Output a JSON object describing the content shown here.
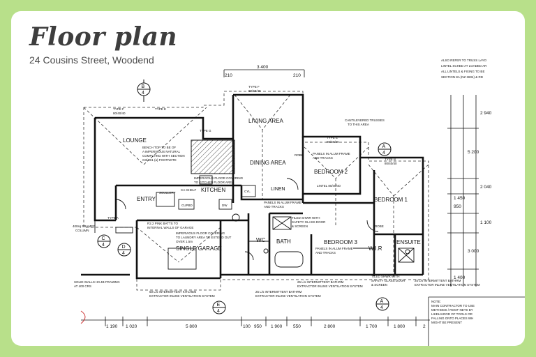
{
  "header": {
    "title": "Floor plan",
    "address": "24 Cousins Street, Woodend"
  },
  "rooms": {
    "lounge": "LOUNGE",
    "living": "LIVING AREA",
    "dining": "DINING AREA",
    "kitchen": "KITCHEN",
    "entry": "ENTRY",
    "bedroom2": "BEDROOM 2",
    "bedroom1": "BEDROOM 1",
    "bedroom3": "BEDROOM 3",
    "bath": "BATH",
    "garage": "SINGLE GARAGE",
    "wir": "W.I.R",
    "ensuite": "ENSUITE",
    "wc": "WC",
    "linen": "LINEN"
  },
  "annotations": {
    "truss_note": [
      "ALSO REFER TO TRUSS LAYO",
      "LINTEL SCHED AT LOADED AR",
      "ALL LINTELS & FIXING TO BE",
      "SECTION 8A (NZ 3604) & RD"
    ],
    "bench_note": [
      "BENCH TOP TO BE OF",
      "A IMPERVIOUS NATURAL",
      "COMPLYING WITH SECTION",
      "G3/AS1 (a) FOOTNOTE"
    ],
    "cantilevered": [
      "CANTILEVERED TRUSSES",
      "TO THIS AREA"
    ],
    "kitchen_floor": [
      "IMPERVIOUS FLOOR COVERING",
      "TO KITCHEN FLOOR AREA"
    ],
    "bed2_panels": [
      "PANELS IN ALUM FRAME",
      "AND TRACKS"
    ],
    "bed2_lintel": "LINTEL 80/40/40",
    "robe_panels": [
      "PANELS IN ALUM FRAME",
      "AND TRACKS"
    ],
    "bath_shower": [
      "TILED SHWR WITH",
      "SAFETY GLASS DOOR",
      "& SCREEN"
    ],
    "bed3_panels": [
      "PANELS IN ALUM FRAME",
      "AND TRACKS"
    ],
    "ens_shower": [
      "TILED SHWR WITH",
      "SAFETY GLASS DOOR",
      "& SCREEN"
    ],
    "garage_batts": [
      "R2.2 PINK BATTS TO",
      "INTERNAL WALLS OF GARAGE"
    ],
    "garage_floor": [
      "IMPERVIOUS FLOOR COVERING",
      "TO LAUNDRY AREA TO EXTEND OUT",
      "OVER 1.5m"
    ],
    "column": [
      "400sq FRAMED",
      "COLUMN"
    ],
    "solid_walls": [
      "SOLID WALLS H0.4B FRAMING",
      "AT 400 CRS"
    ],
    "kitchen_extractor": [
      "50 L/s INTERMITTENT KITCHEN",
      "EXTRACTOR INLINE VENTILATION SYSTEM"
    ],
    "bath_extractor": [
      "25 L/s INTERMITTENT BATHRM",
      "EXTRACTOR INLINE VENTILATION SYSTEM"
    ],
    "bath_extractor2": [
      "25 L/s INTERMITTENT BATHRM",
      "EXTRACTOR INLINE VENTILATION SYSTEM"
    ],
    "ens_extractor": [
      "25 L/s INTERMITTENT BATHRM",
      "EXTRACTOR INLINE VENTILATION SYSTEM"
    ],
    "note_box": [
      "NOTE:",
      "MAIN CONTRACTOR TO USE",
      "METHODS / ROOF NETS BY",
      "LIKELIHOOD OF TOOLS OR",
      "FALLING ONTO PLACES WH",
      "MIGHT BE PRESENT"
    ],
    "window_types": [
      "TYPE F",
      "TYPE E",
      "TYPE G",
      "TYPE F",
      "TYPE E",
      "TYPE B",
      "TYPE A"
    ],
    "lintels": [
      "80/40/40",
      "80/40/40",
      "80/40/40",
      "80/40/40"
    ],
    "misc": [
      "CYL",
      "SCULLERY",
      "CUPBD",
      "CA-SHELF",
      "DW",
      "ROBE",
      "ROBE"
    ]
  },
  "markers": {
    "b": [
      "B",
      "4"
    ],
    "a_right": [
      "A",
      "4"
    ],
    "a_bottom": [
      "A",
      "4"
    ],
    "c": [
      "C",
      "4"
    ],
    "d": [
      "D",
      "4"
    ],
    "e": [
      "E",
      "4"
    ]
  },
  "dimensions": {
    "top": [
      "3 400",
      "210",
      "210"
    ],
    "right": [
      "2 940",
      "5 200",
      "2 040",
      "1 450",
      "950",
      "1 100",
      "3 000",
      "1 400"
    ],
    "bottom": [
      "1 190",
      "1 020",
      "5 800",
      "100",
      "950",
      "1 900",
      "550",
      "2 800",
      "1 700",
      "1 800",
      "2"
    ]
  }
}
